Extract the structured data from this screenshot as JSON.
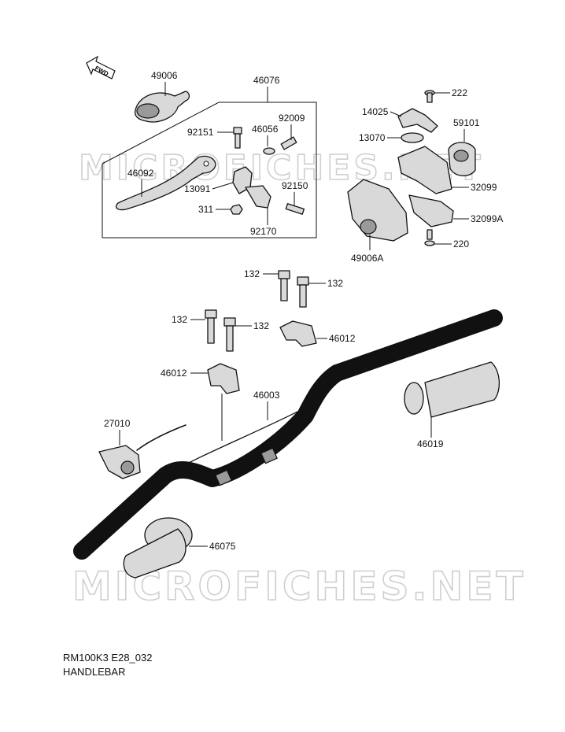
{
  "diagram": {
    "fwd_arrow_label": "FWD",
    "watermark_text": "MICROFICHES.NET",
    "parts": [
      {
        "id": "49006",
        "label": "49006"
      },
      {
        "id": "46076",
        "label": "46076"
      },
      {
        "id": "92151",
        "label": "92151"
      },
      {
        "id": "46056",
        "label": "46056"
      },
      {
        "id": "92009",
        "label": "92009"
      },
      {
        "id": "46092",
        "label": "46092"
      },
      {
        "id": "13091",
        "label": "13091"
      },
      {
        "id": "92150",
        "label": "92150"
      },
      {
        "id": "311",
        "label": "311"
      },
      {
        "id": "92170",
        "label": "92170"
      },
      {
        "id": "222",
        "label": "222"
      },
      {
        "id": "14025",
        "label": "14025"
      },
      {
        "id": "59101",
        "label": "59101"
      },
      {
        "id": "13070",
        "label": "13070"
      },
      {
        "id": "32099",
        "label": "32099"
      },
      {
        "id": "32099A",
        "label": "32099A"
      },
      {
        "id": "220",
        "label": "220"
      },
      {
        "id": "49006A",
        "label": "49006A"
      },
      {
        "id": "132a",
        "label": "132"
      },
      {
        "id": "132b",
        "label": "132"
      },
      {
        "id": "132c",
        "label": "132"
      },
      {
        "id": "132d",
        "label": "132"
      },
      {
        "id": "46012a",
        "label": "46012"
      },
      {
        "id": "46012b",
        "label": "46012"
      },
      {
        "id": "46003",
        "label": "46003"
      },
      {
        "id": "27010",
        "label": "27010"
      },
      {
        "id": "46019",
        "label": "46019"
      },
      {
        "id": "46075",
        "label": "46075"
      }
    ]
  },
  "footer": {
    "model_code": "RM100K3 E28_032",
    "section_name": "HANDLEBAR"
  }
}
